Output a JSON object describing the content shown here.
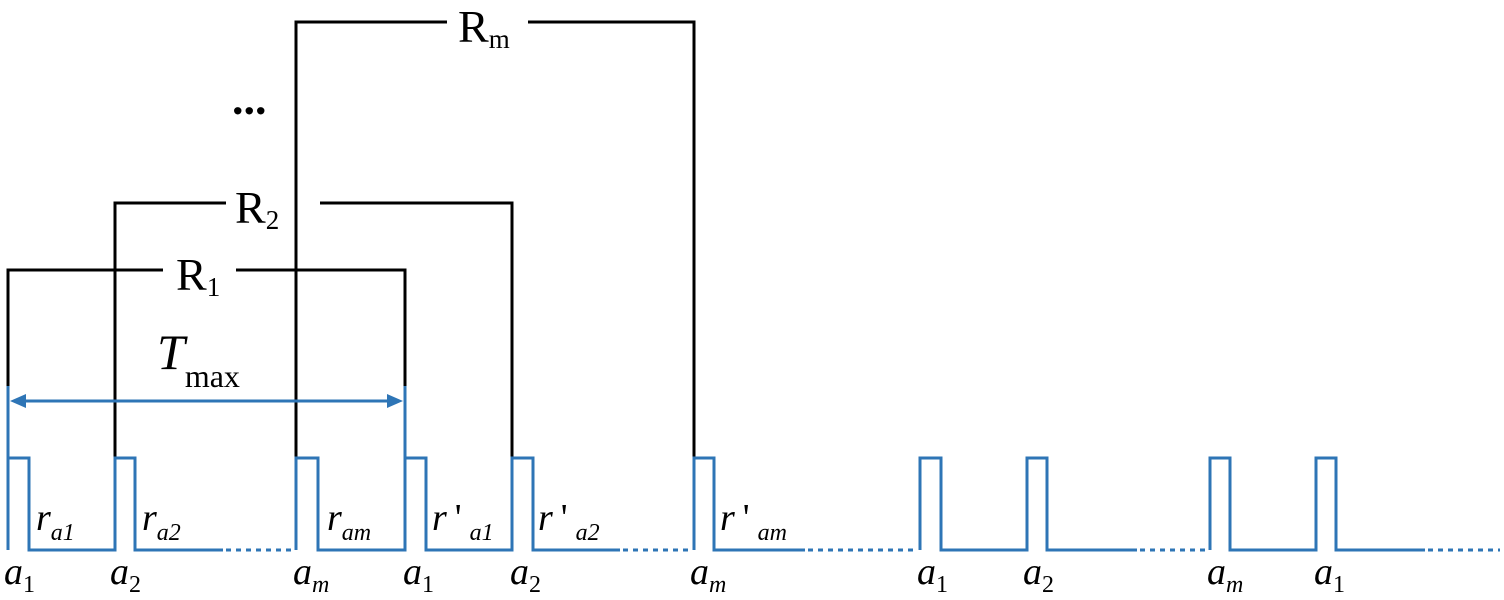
{
  "colors": {
    "bracket": "#000000",
    "signal": "#2e75b6"
  },
  "brackets": [
    {
      "main": "R",
      "sub": "1"
    },
    {
      "main": "R",
      "sub": "2"
    },
    {
      "main": "R",
      "sub": "m"
    }
  ],
  "ellipsis": "...",
  "tmax": {
    "main": "T",
    "sub": "max"
  },
  "interval_labels": [
    {
      "main": "r",
      "prime": "",
      "sub": "a1"
    },
    {
      "main": "r",
      "prime": "",
      "sub": "a2"
    },
    {
      "main": "r",
      "prime": "",
      "sub": "am"
    },
    {
      "main": "r",
      "prime": "'",
      "sub": "a1"
    },
    {
      "main": "r",
      "prime": "'",
      "sub": "a2"
    },
    {
      "main": "r",
      "prime": "'",
      "sub": "am"
    }
  ],
  "pulse_labels": [
    {
      "main": "a",
      "sub": "1"
    },
    {
      "main": "a",
      "sub": "2"
    },
    {
      "main": "a",
      "sub": "m"
    },
    {
      "main": "a",
      "sub": "1"
    },
    {
      "main": "a",
      "sub": "2"
    },
    {
      "main": "a",
      "sub": "m"
    },
    {
      "main": "a",
      "sub": "1"
    },
    {
      "main": "a",
      "sub": "2"
    },
    {
      "main": "a",
      "sub": "m"
    },
    {
      "main": "a",
      "sub": "1"
    }
  ]
}
